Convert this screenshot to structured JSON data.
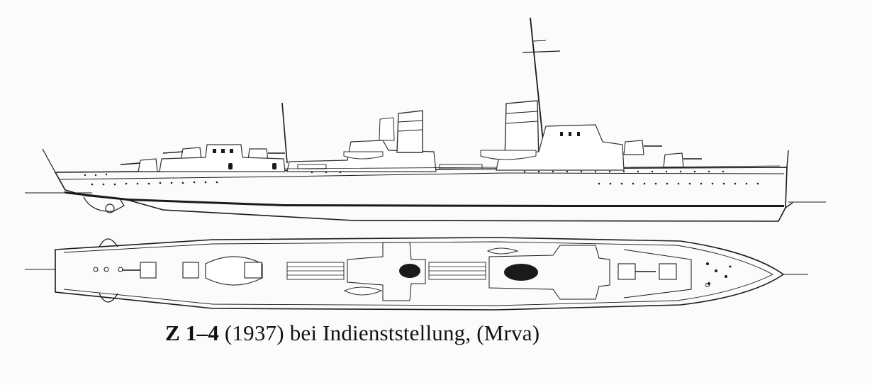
{
  "caption": {
    "ship_id": "Z 1–4",
    "year": "(1937)",
    "description": "bei Indienststellung,",
    "credit": "(Mrva)"
  },
  "colors": {
    "ink": "#1a1a1a",
    "paper": "#fbfbfb"
  }
}
